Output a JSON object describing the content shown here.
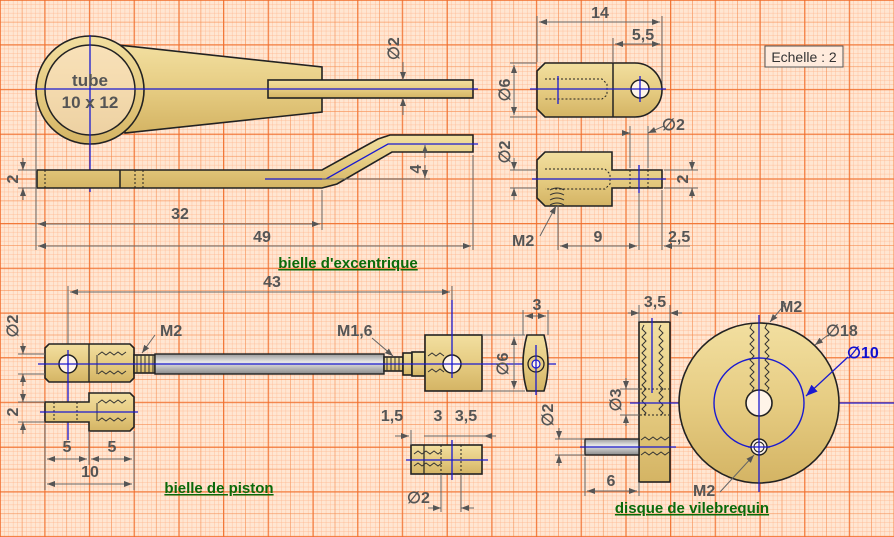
{
  "scale_label": "Echelle : 2",
  "titles": {
    "eccentric_rod": "bielle d'excentrique",
    "piston_rod": "bielle de piston",
    "crank_disc": "disque de vilebrequin"
  },
  "eccentric": {
    "tube_label": "tube",
    "tube_size": "10 x 12",
    "dim_rod_dia": "∅2",
    "dim_offset": "4",
    "dim_thickness": "2",
    "dim_32": "32",
    "dim_49": "49"
  },
  "fork": {
    "dim_14": "14",
    "dim_5_5": "5,5",
    "dim_dia6": "∅6",
    "dim_dia2_left": "∅2",
    "dim_dia2_pin": "∅2",
    "dim_2": "2",
    "thread": "M2",
    "dim_9": "9",
    "dim_2_5": "2,5"
  },
  "piston": {
    "dim_43": "43",
    "dim_dia2": "∅2",
    "dim_2": "2",
    "thread_m2": "M2",
    "thread_m16": "M1,6",
    "dim_3": "3",
    "dim_dia6": "∅6",
    "dim_5a": "5",
    "dim_5b": "5",
    "dim_10": "10",
    "dim_1_5": "1,5",
    "dim_3b": "3",
    "dim_3_5": "3,5",
    "dim_dia2_small": "∅2"
  },
  "disc": {
    "dim_3_5": "3,5",
    "dim_dia3": "∅3",
    "dim_dia2": "∅2",
    "dim_6": "6",
    "thread_top": "M2",
    "dim_dia18": "∅18",
    "dim_dia10": "∅10",
    "thread_bottom": "M2"
  },
  "colors": {
    "paper": "#FFE6D2",
    "grid_minor": "#FFB48A",
    "grid_major": "#F06A28",
    "brass": "#E6CC82",
    "axis": "#1A1AD0",
    "title": "#0A6A0A"
  }
}
